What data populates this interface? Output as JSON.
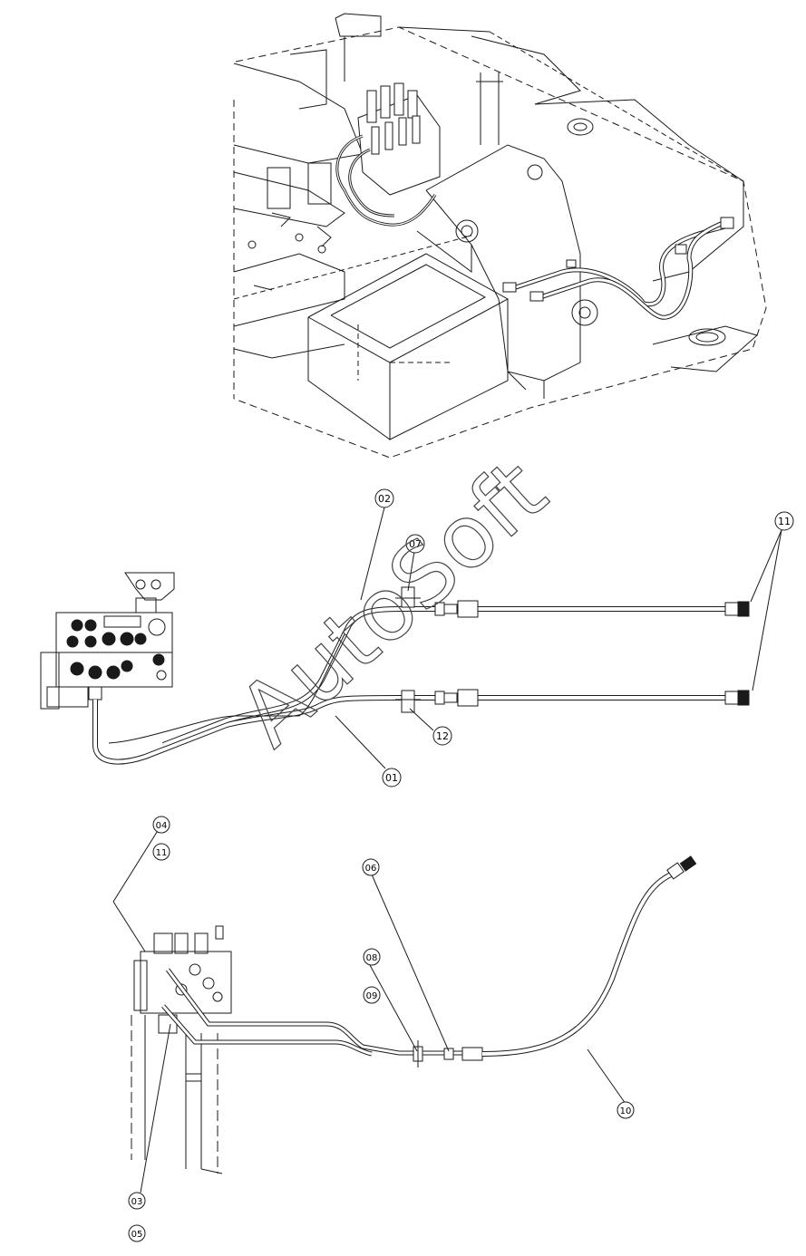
{
  "watermark": "AutoSoft",
  "callouts": {
    "c02": "02",
    "c07": "07",
    "c11_top": "11",
    "c12": "12",
    "c01": "01",
    "c04": "04",
    "c11_bottom": "11",
    "c06": "06",
    "c08": "08",
    "c09": "09",
    "c10": "10",
    "c03": "03",
    "c05": "05"
  },
  "colors": {
    "line": "#1a1a1a",
    "background": "#ffffff",
    "watermark_stroke": "#444444"
  }
}
